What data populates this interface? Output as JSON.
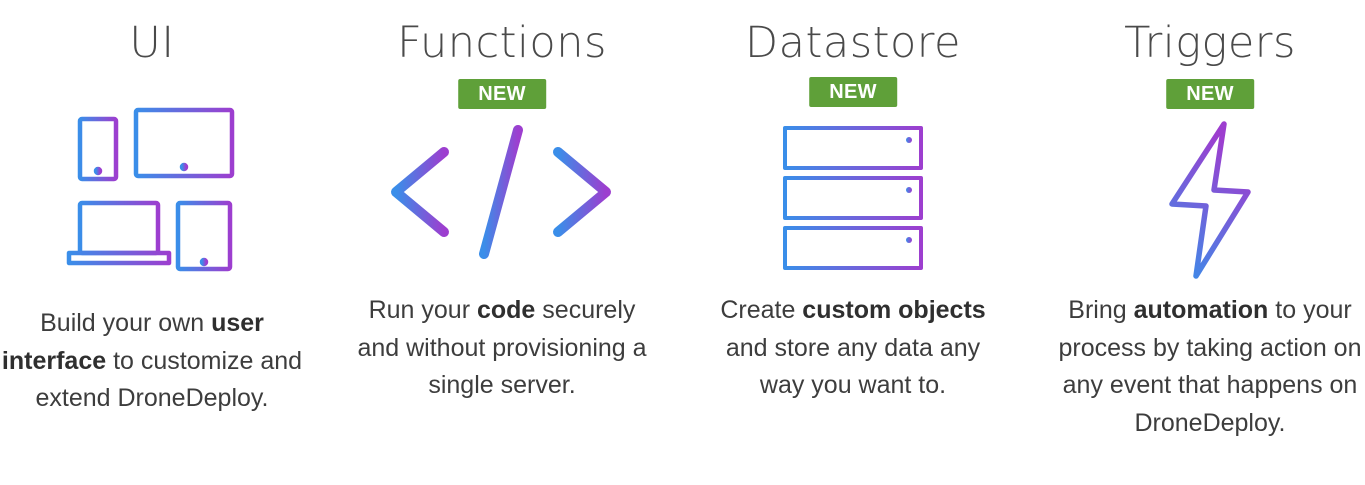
{
  "features": [
    {
      "title": "UI",
      "badge": "",
      "icon": "devices-icon",
      "desc": {
        "pre": "Build your own ",
        "bold": "user interface",
        "post": " to customize and extend DroneDeploy."
      }
    },
    {
      "title": "Functions",
      "badge": "NEW",
      "icon": "code-icon",
      "desc": {
        "pre": "Run your ",
        "bold": "code",
        "post": " securely and without provisioning a single server."
      }
    },
    {
      "title": "Datastore",
      "badge": "NEW",
      "icon": "server-rack-icon",
      "desc": {
        "pre": "Create ",
        "bold": "custom objects",
        "post": " and store any data any way you want to."
      }
    },
    {
      "title": "Triggers",
      "badge": "NEW",
      "icon": "lightning-bolt-icon",
      "desc": {
        "pre": "Bring ",
        "bold": "automation",
        "post": " to your process by taking action on any event that happens on DroneDeploy."
      }
    }
  ],
  "colors": {
    "badge_bg": "#5fa039",
    "gradient_start": "#3d8fe8",
    "gradient_end": "#9b3fd0"
  }
}
